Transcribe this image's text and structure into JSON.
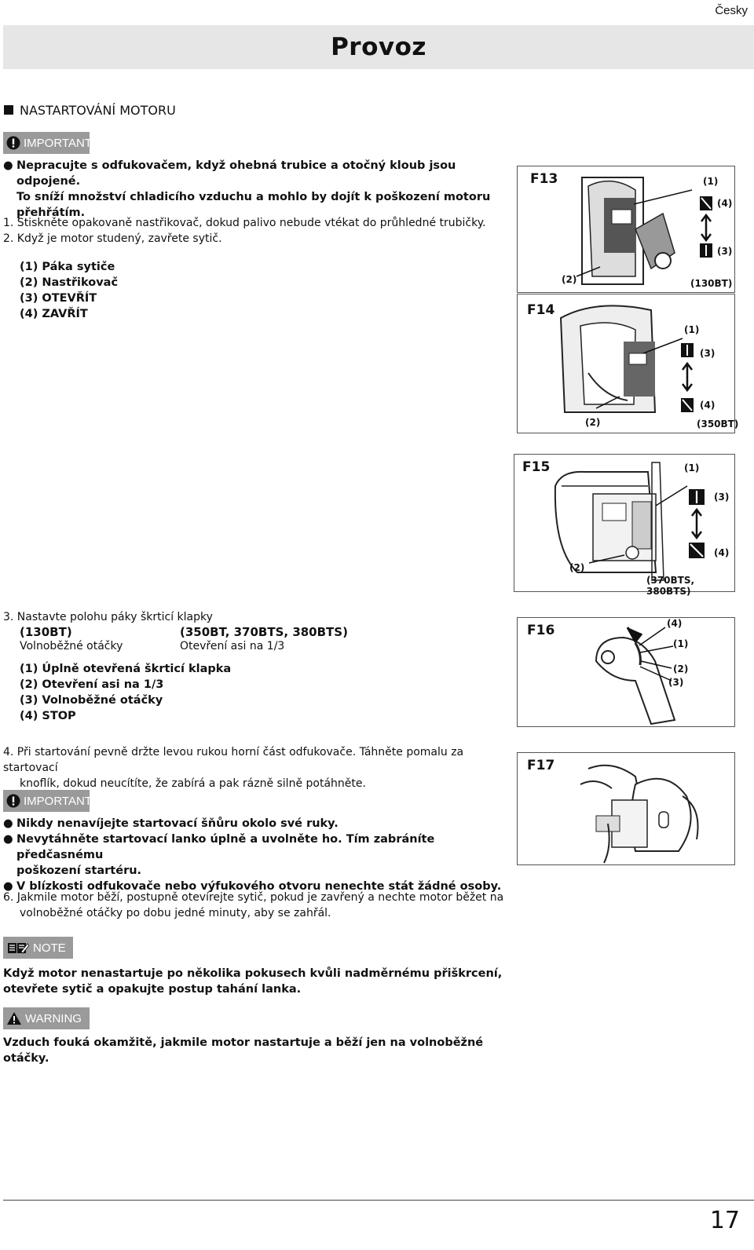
{
  "header": {
    "language": "Česky",
    "title": "Provoz"
  },
  "section": {
    "title": "NASTARTOVÁNÍ MOTORU"
  },
  "important1": {
    "label": "IMPORTANT",
    "lines": [
      "Nepracujte s odfukovačem, když ohebná trubice a otočný kloub jsou odpojené.",
      "To sníží množství chladicího vzduchu a mohlo by dojít k poškození motoru",
      "přehřátím."
    ]
  },
  "steps12": [
    "1. Stiskněte opakovaně nastřikovač, dokud palivo nebude vtékat do průhledné trubičky.",
    "2. Když je motor studený, zavřete sytič."
  ],
  "legend1": [
    "(1) Páka sytiče",
    "(2) Nastřikovač",
    "(3) OTEVŘÍT",
    "(4) ZAVŘÍT"
  ],
  "step3": {
    "text": "3. Nastavte polohu páky škrticí klapky",
    "col1_head": "(130BT)",
    "col2_head": "(350BT, 370BTS, 380BTS)",
    "col1_val": "Volnoběžné otáčky",
    "col2_val": "Otevření asi na 1/3"
  },
  "legend2": [
    "(1) Úplně otevřená škrticí klapka",
    "(2) Otevření asi na 1/3",
    "(3) Volnoběžné otáčky",
    "(4) STOP"
  ],
  "step4": [
    "4. Při startování pevně držte levou rukou horní část odfukovače. Táhněte pomalu za startovací",
    "knoflík, dokud neucítíte, že zabírá a pak rázně silně potáhněte."
  ],
  "important2": {
    "label": "IMPORTANT",
    "bullets": [
      [
        "Nikdy nenavíjejte startovací šňůru okolo své ruky."
      ],
      [
        "Nevytáhněte startovací lanko úplně a uvolněte ho. Tím zabráníte předčasnému",
        "poškození startéru."
      ],
      [
        "V blízkosti odfukovače nebo výfukového otvoru nenechte stát žádné osoby."
      ]
    ]
  },
  "step6": [
    "6. Jakmile motor běží, postupně otevírejte sytič, pokud je zavřený a nechte motor běžet na",
    "volnoběžné otáčky po dobu jedné minuty, aby se zahřál."
  ],
  "note": {
    "label": "NOTE",
    "lines": [
      "Když motor nenastartuje po několika pokusech kvůli nadměrnému přiškrcení,",
      "otevřete sytič a opakujte postup tahání lanka."
    ]
  },
  "warning": {
    "label": "WARNING",
    "text": "Vzduch fouká okamžitě, jakmile motor nastartuje a běží jen na volnoběžné otáčky."
  },
  "figures": {
    "f13": {
      "label": "F13",
      "c1": "(1)",
      "c2": "(2)",
      "c3": "(3)",
      "c4": "(4)",
      "model": "(130BT)"
    },
    "f14": {
      "label": "F14",
      "c1": "(1)",
      "c2": "(2)",
      "c3": "(3)",
      "c4": "(4)",
      "model": "(350BT)"
    },
    "f15": {
      "label": "F15",
      "c1": "(1)",
      "c2": "(2)",
      "c3": "(3)",
      "c4": "(4)",
      "model": "(370BTS, 380BTS)"
    },
    "f16": {
      "label": "F16",
      "c1": "(1)",
      "c2": "(2)",
      "c3": "(3)",
      "c4": "(4)"
    },
    "f17": {
      "label": "F17"
    }
  },
  "footer": {
    "page": "17"
  },
  "icons": {
    "important": "exclamation-circle-icon",
    "note": "book-pencil-icon",
    "warning": "warning-triangle-icon"
  },
  "colors": {
    "tag_bg": "#9a9a9a",
    "title_bar": "#e6e6e6"
  }
}
